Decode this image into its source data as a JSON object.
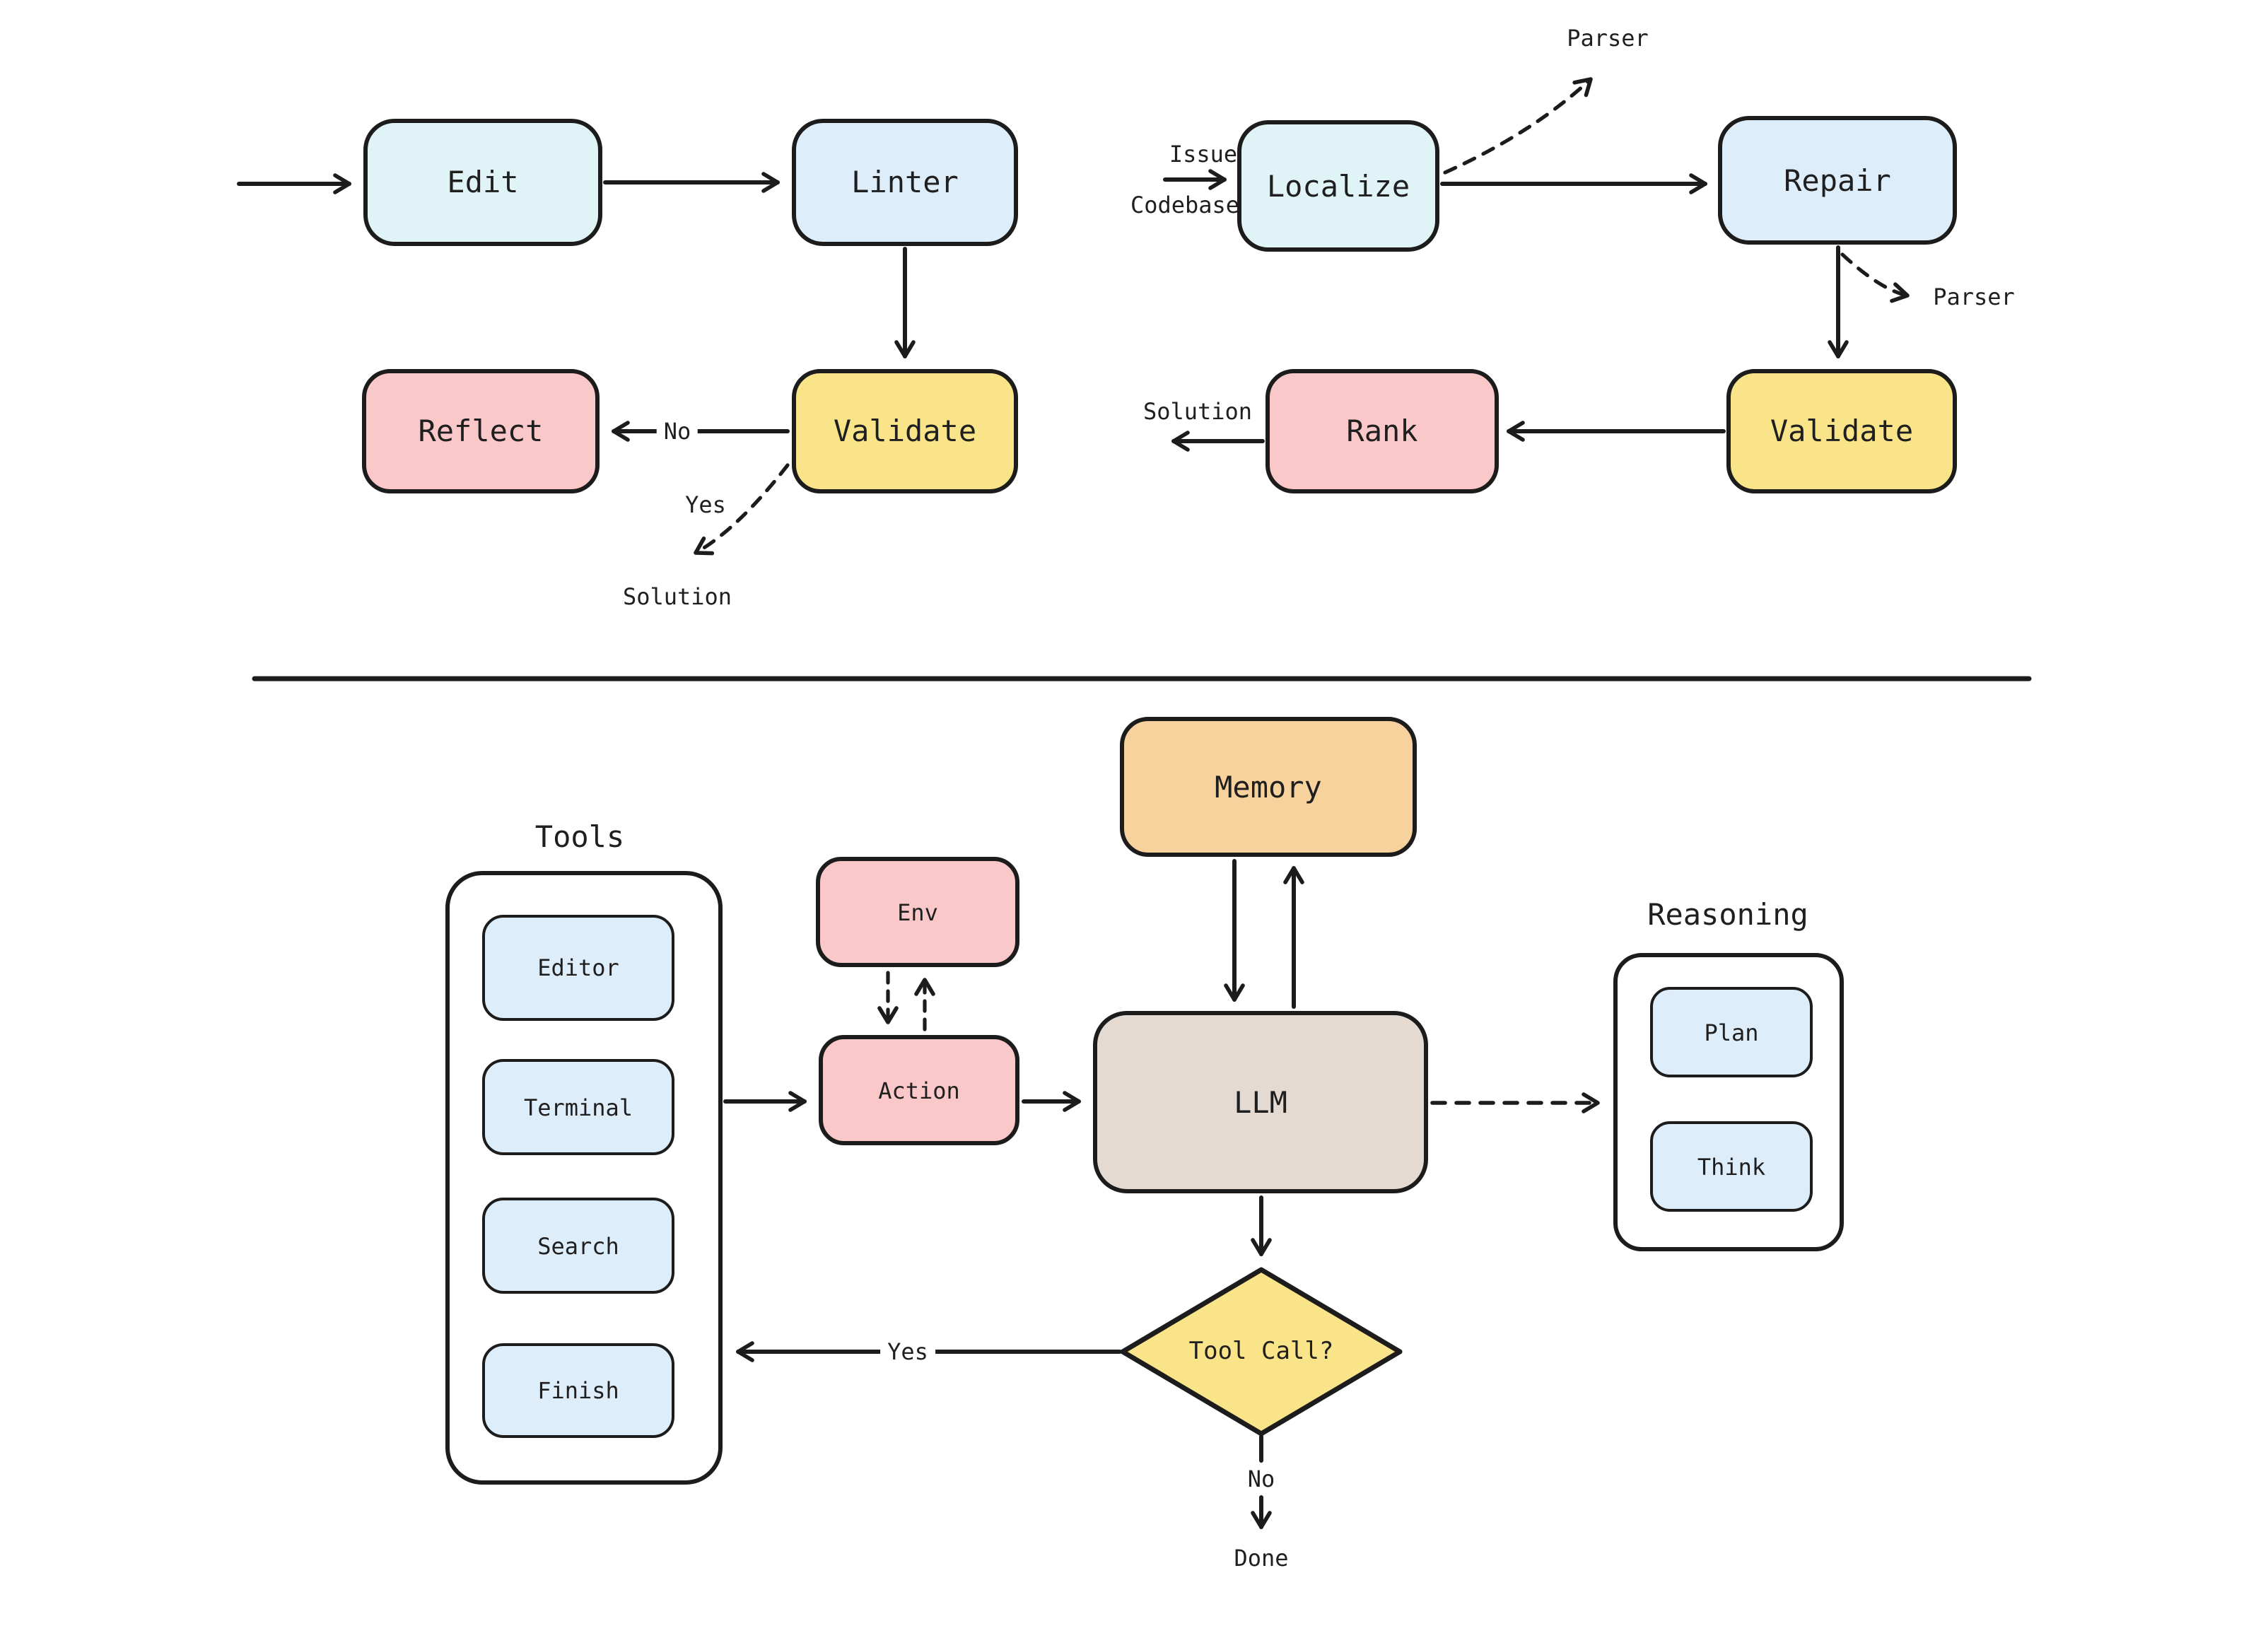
{
  "colors": {
    "cyan": "#E0F4F7",
    "blue": "#DEEDFA",
    "yellow": "#FAE48A",
    "pink": "#FAC8C8",
    "orange": "#F8D29C",
    "beige": "#E5DAD2",
    "stroke": "#1C1C1C",
    "background": "#FFFFFF"
  },
  "lint_flow": {
    "edit": "Edit",
    "linter": "Linter",
    "validate": "Validate",
    "reflect": "Reflect",
    "no_label": "No",
    "yes_label": "Yes",
    "solution_label": "Solution"
  },
  "repair_flow": {
    "issue_label": "Issue",
    "codebase_label": "Codebase",
    "localize": "Localize",
    "repair": "Repair",
    "parser_top_label": "Parser",
    "parser_side_label": "Parser",
    "validate": "Validate",
    "rank": "Rank",
    "solution_label": "Solution"
  },
  "agent_flow": {
    "tools_title": "Tools",
    "tool_items": [
      "Editor",
      "Terminal",
      "Search",
      "Finish"
    ],
    "env": "Env",
    "action": "Action",
    "memory": "Memory",
    "llm": "LLM",
    "reasoning_title": "Reasoning",
    "reasoning_items": [
      "Plan",
      "Think"
    ],
    "decision": "Tool Call?",
    "yes_label": "Yes",
    "no_label": "No",
    "done_label": "Done"
  }
}
